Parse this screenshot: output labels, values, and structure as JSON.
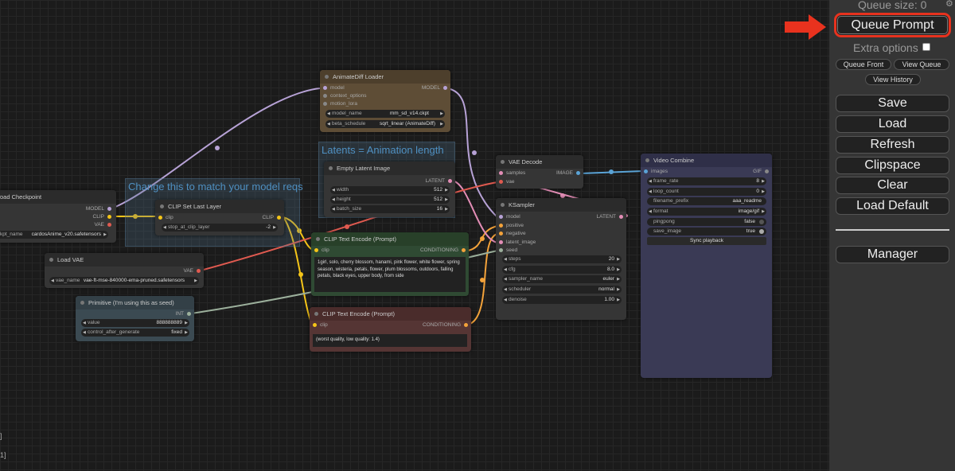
{
  "panel": {
    "queue_size": "Queue size: 0",
    "queue_prompt": "Queue Prompt",
    "extra_options": "Extra options",
    "queue_front": "Queue Front",
    "view_queue": "View Queue",
    "view_history": "View History",
    "save": "Save",
    "load": "Load",
    "refresh": "Refresh",
    "clipspace": "Clipspace",
    "clear": "Clear",
    "load_default": "Load Default",
    "manager": "Manager",
    "accent": "#e8321e"
  },
  "groups": {
    "model_reqs": "Change this to match your model reqs",
    "latents": "Latents = Animation length"
  },
  "nodes": {
    "checkpoint": {
      "title": "oad Checkpoint",
      "model": "MODEL",
      "clip": "CLIP",
      "vae": "VAE",
      "ckpt_label": "kpt_name",
      "ckpt_value": "cardosAnime_v20.safetensors"
    },
    "clip_set": {
      "title": "CLIP Set Last Layer",
      "clip_in": "clip",
      "clip_out": "CLIP",
      "stop_label": "stop_at_clip_layer",
      "stop_value": "-2"
    },
    "load_vae": {
      "title": "Load VAE",
      "vae": "VAE",
      "name_label": "vae_name",
      "name_value": "vae-ft-mse-840000-ema-pruned.safetensors"
    },
    "primitive": {
      "title": "Primitive (I'm using this as seed)",
      "int": "INT",
      "value_label": "value",
      "value_value": "888888889",
      "cag_label": "control_after_generate",
      "cag_value": "fixed"
    },
    "animatediff": {
      "title": "AnimateDiff Loader",
      "model_in": "model",
      "ctx": "context_options",
      "lora": "motion_lora",
      "model_out": "MODEL",
      "mn_label": "model_name",
      "mn_value": "mm_sd_v14.ckpt",
      "bs_label": "beta_schedule",
      "bs_value": "sqrt_linear (AnimateDiff)"
    },
    "empty_latent": {
      "title": "Empty Latent Image",
      "latent": "LATENT",
      "w_label": "width",
      "w_value": "512",
      "h_label": "height",
      "h_value": "512",
      "b_label": "batch_size",
      "b_value": "16"
    },
    "clip_pos": {
      "title": "CLIP Text Encode (Prompt)",
      "clip": "clip",
      "cond": "CONDITIONING",
      "text": "1girl, solo, cherry blossom, hanami, pink flower, white flower, spring season, wisteria, petals, flower, plum blossoms, outdoors, falling petals, black eyes, upper body, from side"
    },
    "clip_neg": {
      "title": "CLIP Text Encode (Prompt)",
      "clip": "clip",
      "cond": "CONDITIONING",
      "text": "(worst quality, low quality: 1.4)"
    },
    "vae_decode": {
      "title": "VAE Decode",
      "samples": "samples",
      "vae": "vae",
      "image": "IMAGE"
    },
    "ksampler": {
      "title": "KSampler",
      "model": "model",
      "positive": "positive",
      "negative": "negative",
      "latent_image": "latent_image",
      "seed": "seed",
      "latent": "LATENT",
      "steps_l": "steps",
      "steps_v": "20",
      "cfg_l": "cfg",
      "cfg_v": "8.0",
      "sampler_l": "sampler_name",
      "sampler_v": "euler",
      "sched_l": "scheduler",
      "sched_v": "normal",
      "denoise_l": "denoise",
      "denoise_v": "1.00"
    },
    "video": {
      "title": "Video Combine",
      "images": "images",
      "gif": "GIF",
      "fr_l": "frame_rate",
      "fr_v": "8",
      "lc_l": "loop_count",
      "lc_v": "0",
      "fp_l": "filename_prefix",
      "fp_v": "aaa_readme",
      "fmt_l": "format",
      "fmt_v": "image/gif",
      "pp_l": "pingpong",
      "pp_v": "false",
      "si_l": "save_image",
      "si_v": "true",
      "sync": "Sync playback"
    }
  },
  "edge_text": {
    "a": "]",
    "b": "1]"
  }
}
